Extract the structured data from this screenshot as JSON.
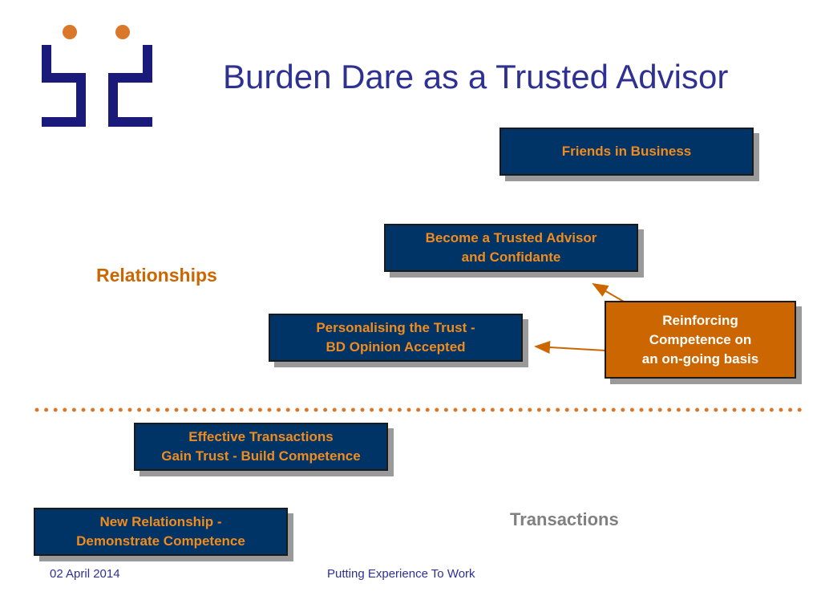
{
  "slide": {
    "title": "Burden Dare as a Trusted Advisor",
    "colors": {
      "navy": "#003366",
      "orange": "#cc6600",
      "box_text": "#f08c1e",
      "title": "#2e3192",
      "shadow": "#9a9a9a"
    }
  },
  "axis_labels": {
    "relationships": "Relationships",
    "transactions": "Transactions"
  },
  "steps": [
    {
      "line1": "New Relationship -",
      "line2": "Demonstrate Competence"
    },
    {
      "line1": "Effective Transactions",
      "line2": "Gain Trust - Build Competence"
    },
    {
      "line1": "Personalising the Trust -",
      "line2": "BD Opinion Accepted"
    },
    {
      "line1": "Become a Trusted Advisor",
      "line2": "and Confidante"
    },
    {
      "line1": "Friends in Business",
      "line2": ""
    }
  ],
  "callout": {
    "line1": "Reinforcing",
    "line2": "Competence on",
    "line3": "an on-going basis"
  },
  "footer": {
    "date": "02 April 2014",
    "tagline": "Putting Experience To Work"
  },
  "logo": {
    "icon": "bd-logo-icon"
  }
}
